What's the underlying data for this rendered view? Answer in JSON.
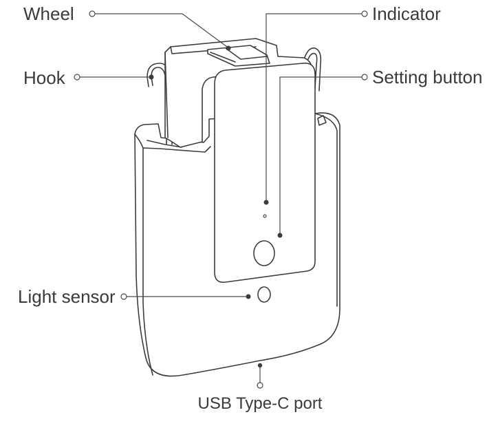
{
  "labels": {
    "wheel": "Wheel",
    "hook": "Hook",
    "indicator": "Indicator",
    "setting_button": "Setting button",
    "light_sensor": "Light sensor",
    "usb_port": "USB Type-C port"
  },
  "colors": {
    "line": "#3c3c3c",
    "text": "#3a3a3a",
    "background": "#ffffff"
  }
}
